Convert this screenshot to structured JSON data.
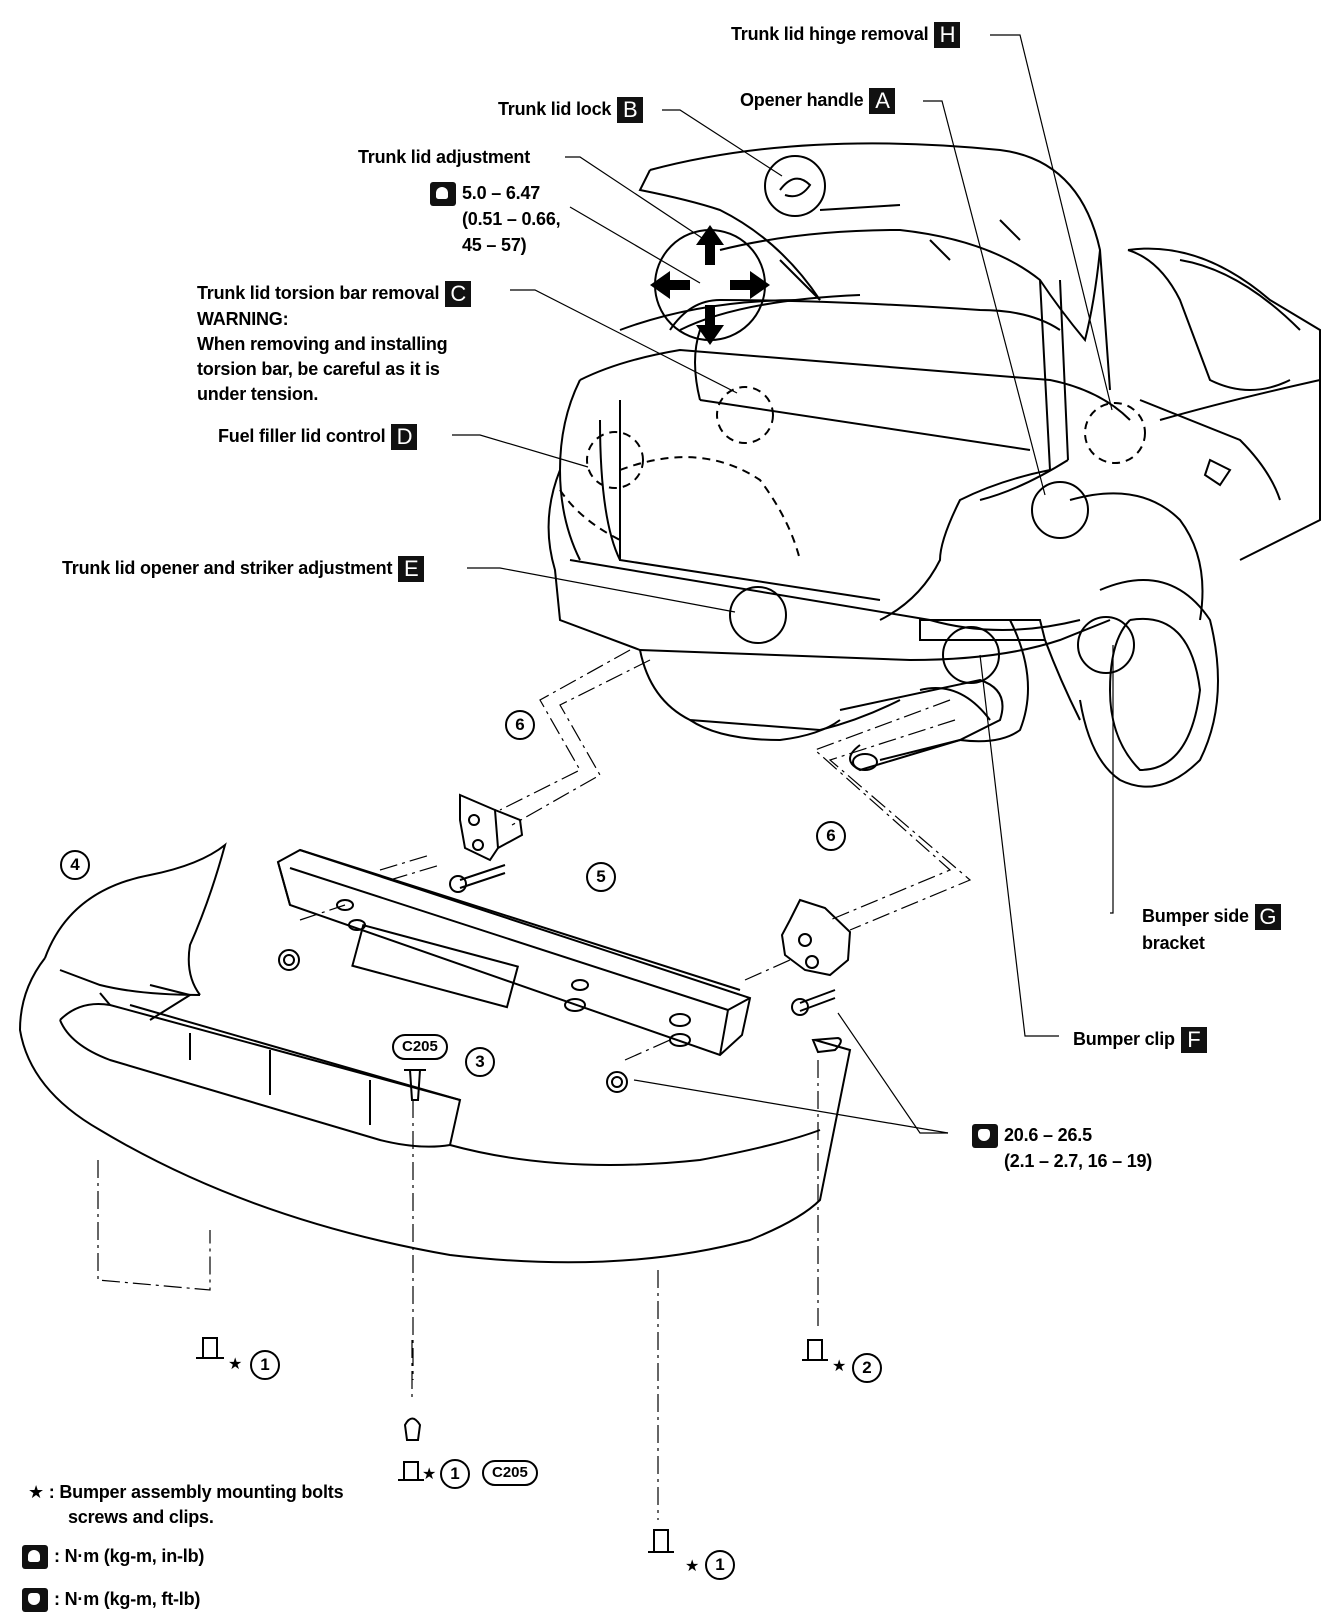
{
  "labels": {
    "h": {
      "text": "Trunk lid hinge removal",
      "badge": "H"
    },
    "a": {
      "text": "Opener handle",
      "badge": "A"
    },
    "b": {
      "text": "Trunk lid lock",
      "badge": "B"
    },
    "adj": {
      "text": "Trunk lid adjustment"
    },
    "torque1": {
      "line1": "5.0 – 6.47",
      "line2": "(0.51 – 0.66,",
      "line3": "45 – 57)"
    },
    "c": {
      "text": "Trunk lid torsion bar removal",
      "badge": "C",
      "warn1": "WARNING:",
      "warn2": "When removing and installing",
      "warn3": "torsion bar, be careful as it is",
      "warn4": "under tension."
    },
    "d": {
      "text": "Fuel filler lid control",
      "badge": "D"
    },
    "e": {
      "text": "Trunk lid opener and striker adjustment",
      "badge": "E"
    },
    "g": {
      "text": "Bumper side",
      "text2": "bracket",
      "badge": "G"
    },
    "f": {
      "text": "Bumper clip",
      "badge": "F"
    },
    "torque2": {
      "line1": "20.6 – 26.5",
      "line2": "(2.1 – 2.7, 16 – 19)"
    }
  },
  "callouts": {
    "c1": "1",
    "c2": "2",
    "c3": "3",
    "c4": "4",
    "c5": "5",
    "c6": "6"
  },
  "parts": {
    "clip_code": "C205"
  },
  "legend": {
    "star_line1": ": Bumper assembly mounting bolts",
    "star_line2": "screws and clips.",
    "nm_kgm_inlb": ": N·m (kg-m, in-lb)",
    "nm_kgm_ftlb": ": N·m (kg-m, ft-lb)",
    "star_symbol": "★"
  },
  "icons": [
    "torque-in-lb-icon",
    "torque-ft-lb-icon",
    "adjustment-arrows-icon"
  ]
}
